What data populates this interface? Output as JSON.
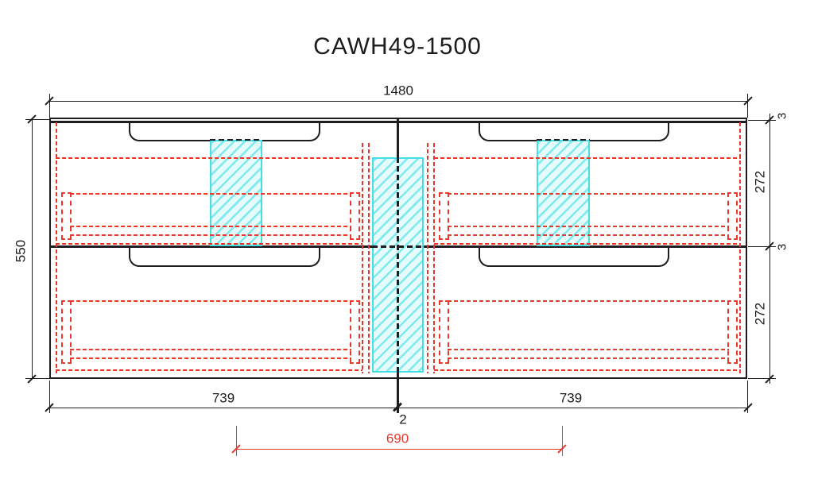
{
  "title": "CAWH49-1500",
  "colors": {
    "ink": "#1d1d1f",
    "red": "#e8382a",
    "cyan_border": "#45dfe4",
    "cyan_fill": "#e6fbfc",
    "cyan_hatch": "#7feaee"
  },
  "dimensions": {
    "overall_width": "1480",
    "overall_height": "550",
    "top_gap": "3",
    "upper_drawer_front": "272",
    "middle_gap": "3",
    "lower_drawer_front": "272",
    "left_section_width": "739",
    "center_panel_thickness": "2",
    "right_section_width": "739",
    "hatch_span": "690"
  }
}
